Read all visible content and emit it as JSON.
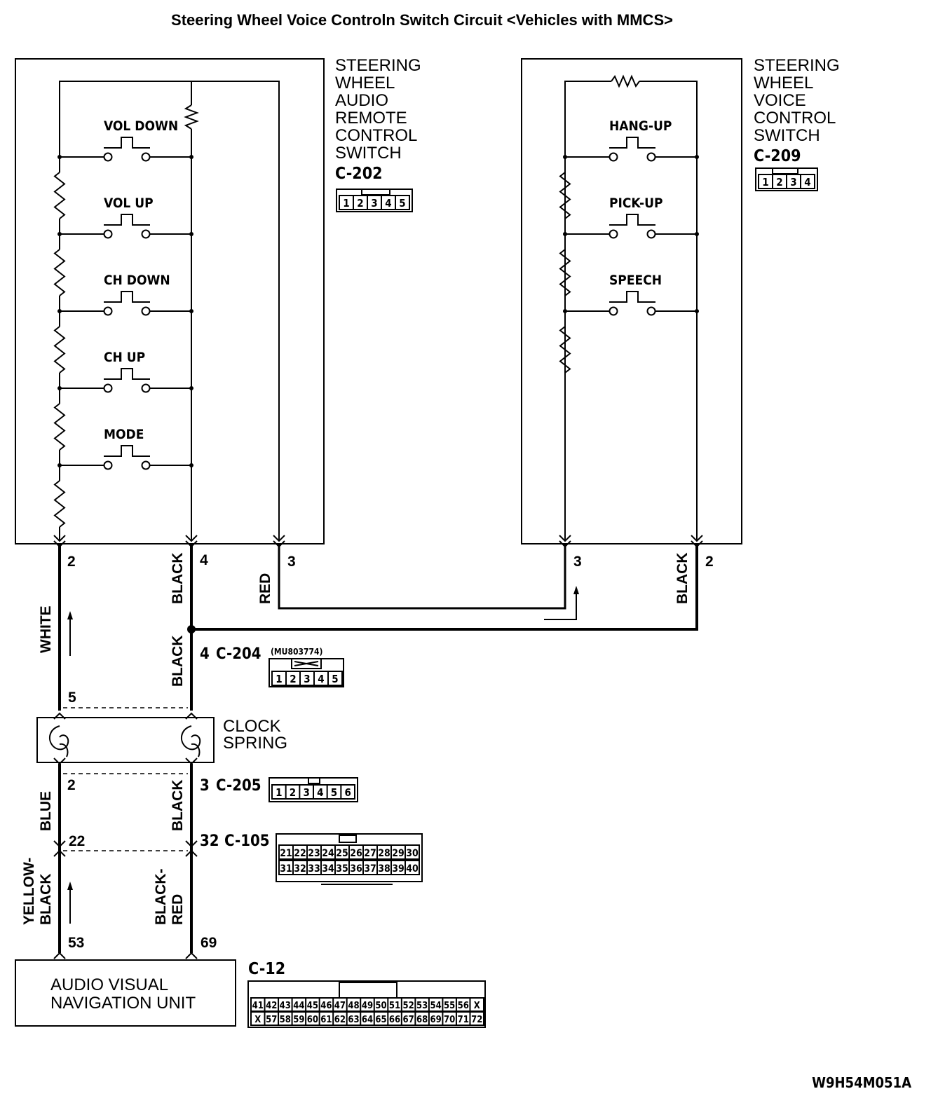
{
  "title": "Steering Wheel Voice Controln Switch Circuit <Vehicles with MMCS>",
  "footer_code": "W9H54M051A",
  "audio_remote": {
    "name_lines": [
      "STEERING",
      "WHEEL",
      "AUDIO",
      "REMOTE",
      "CONTROL",
      "SWITCH"
    ],
    "connector": "C-202",
    "pins": [
      "1",
      "2",
      "3",
      "4",
      "5"
    ],
    "switches": [
      "VOL DOWN",
      "VOL UP",
      "CH DOWN",
      "CH UP",
      "MODE"
    ],
    "terminals": {
      "left": "2",
      "mid": "4",
      "right": "3"
    }
  },
  "voice_control": {
    "name_lines": [
      "STEERING",
      "WHEEL",
      "VOICE",
      "CONTROL",
      "SWITCH"
    ],
    "connector": "C-209",
    "pins": [
      "1",
      "2",
      "3",
      "4"
    ],
    "switches": [
      "HANG-UP",
      "PICK-UP",
      "SPEECH"
    ],
    "terminals": {
      "left": "3",
      "right": "2"
    }
  },
  "wires": {
    "white": "WHITE",
    "black_top": "BLACK",
    "red": "RED",
    "black_right": "BLACK",
    "black_mid": "BLACK",
    "blue": "BLUE",
    "black_low": "BLACK",
    "yellow_black_1": "YELLOW-",
    "yellow_black_2": "BLACK",
    "black_red_1": "BLACK-",
    "black_red_2": "RED"
  },
  "c204": {
    "pin_label": "4",
    "connector": "C-204",
    "part": "(MU803774)",
    "pins": [
      "1",
      "2",
      "3",
      "4",
      "5"
    ],
    "left_pin": "5"
  },
  "clock_spring": {
    "lines": [
      "CLOCK",
      "SPRING"
    ]
  },
  "c205": {
    "left_pin": "2",
    "right_pin": "3",
    "connector": "C-205",
    "pins": [
      "1",
      "2",
      "3",
      "4",
      "5",
      "6"
    ]
  },
  "c105": {
    "left_pin": "22",
    "right_pin": "32",
    "connector": "C-105",
    "row1": [
      "21",
      "22",
      "23",
      "24",
      "25",
      "26",
      "27",
      "28",
      "29",
      "30"
    ],
    "row2": [
      "31",
      "32",
      "33",
      "34",
      "35",
      "36",
      "37",
      "38",
      "39",
      "40"
    ]
  },
  "av_unit": {
    "lines": [
      "AUDIO VISUAL",
      "NAVIGATION UNIT"
    ],
    "left_pin": "53",
    "right_pin": "69",
    "connector": "C-12",
    "row1": [
      "41",
      "42",
      "43",
      "44",
      "45",
      "46",
      "47",
      "48",
      "49",
      "50",
      "51",
      "52",
      "53",
      "54",
      "55",
      "56",
      "X"
    ],
    "row2": [
      "X",
      "57",
      "58",
      "59",
      "60",
      "61",
      "62",
      "63",
      "64",
      "65",
      "66",
      "67",
      "68",
      "69",
      "70",
      "71",
      "72"
    ]
  }
}
